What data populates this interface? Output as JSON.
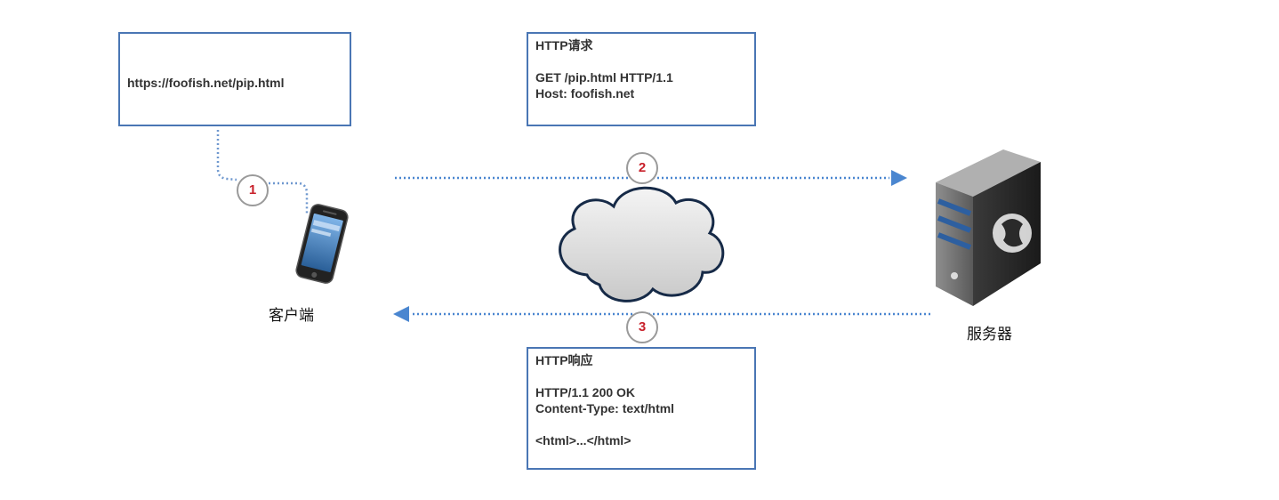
{
  "client": {
    "url": "https://foofish.net/pip.html",
    "label": "客户端"
  },
  "server": {
    "label": "服务器"
  },
  "request": {
    "title": "HTTP请求",
    "lines": [
      "",
      "GET /pip.html HTTP/1.1",
      "Host: foofish.net"
    ]
  },
  "response": {
    "title": "HTTP响应",
    "lines": [
      "",
      "HTTP/1.1 200 OK",
      "Content-Type: text/html",
      "",
      "<html>...</html>"
    ]
  },
  "steps": [
    "1",
    "2",
    "3"
  ],
  "colors": {
    "box_border": "#4a76b4",
    "arrow": "#4a86d0",
    "step_text": "#c8202a"
  }
}
